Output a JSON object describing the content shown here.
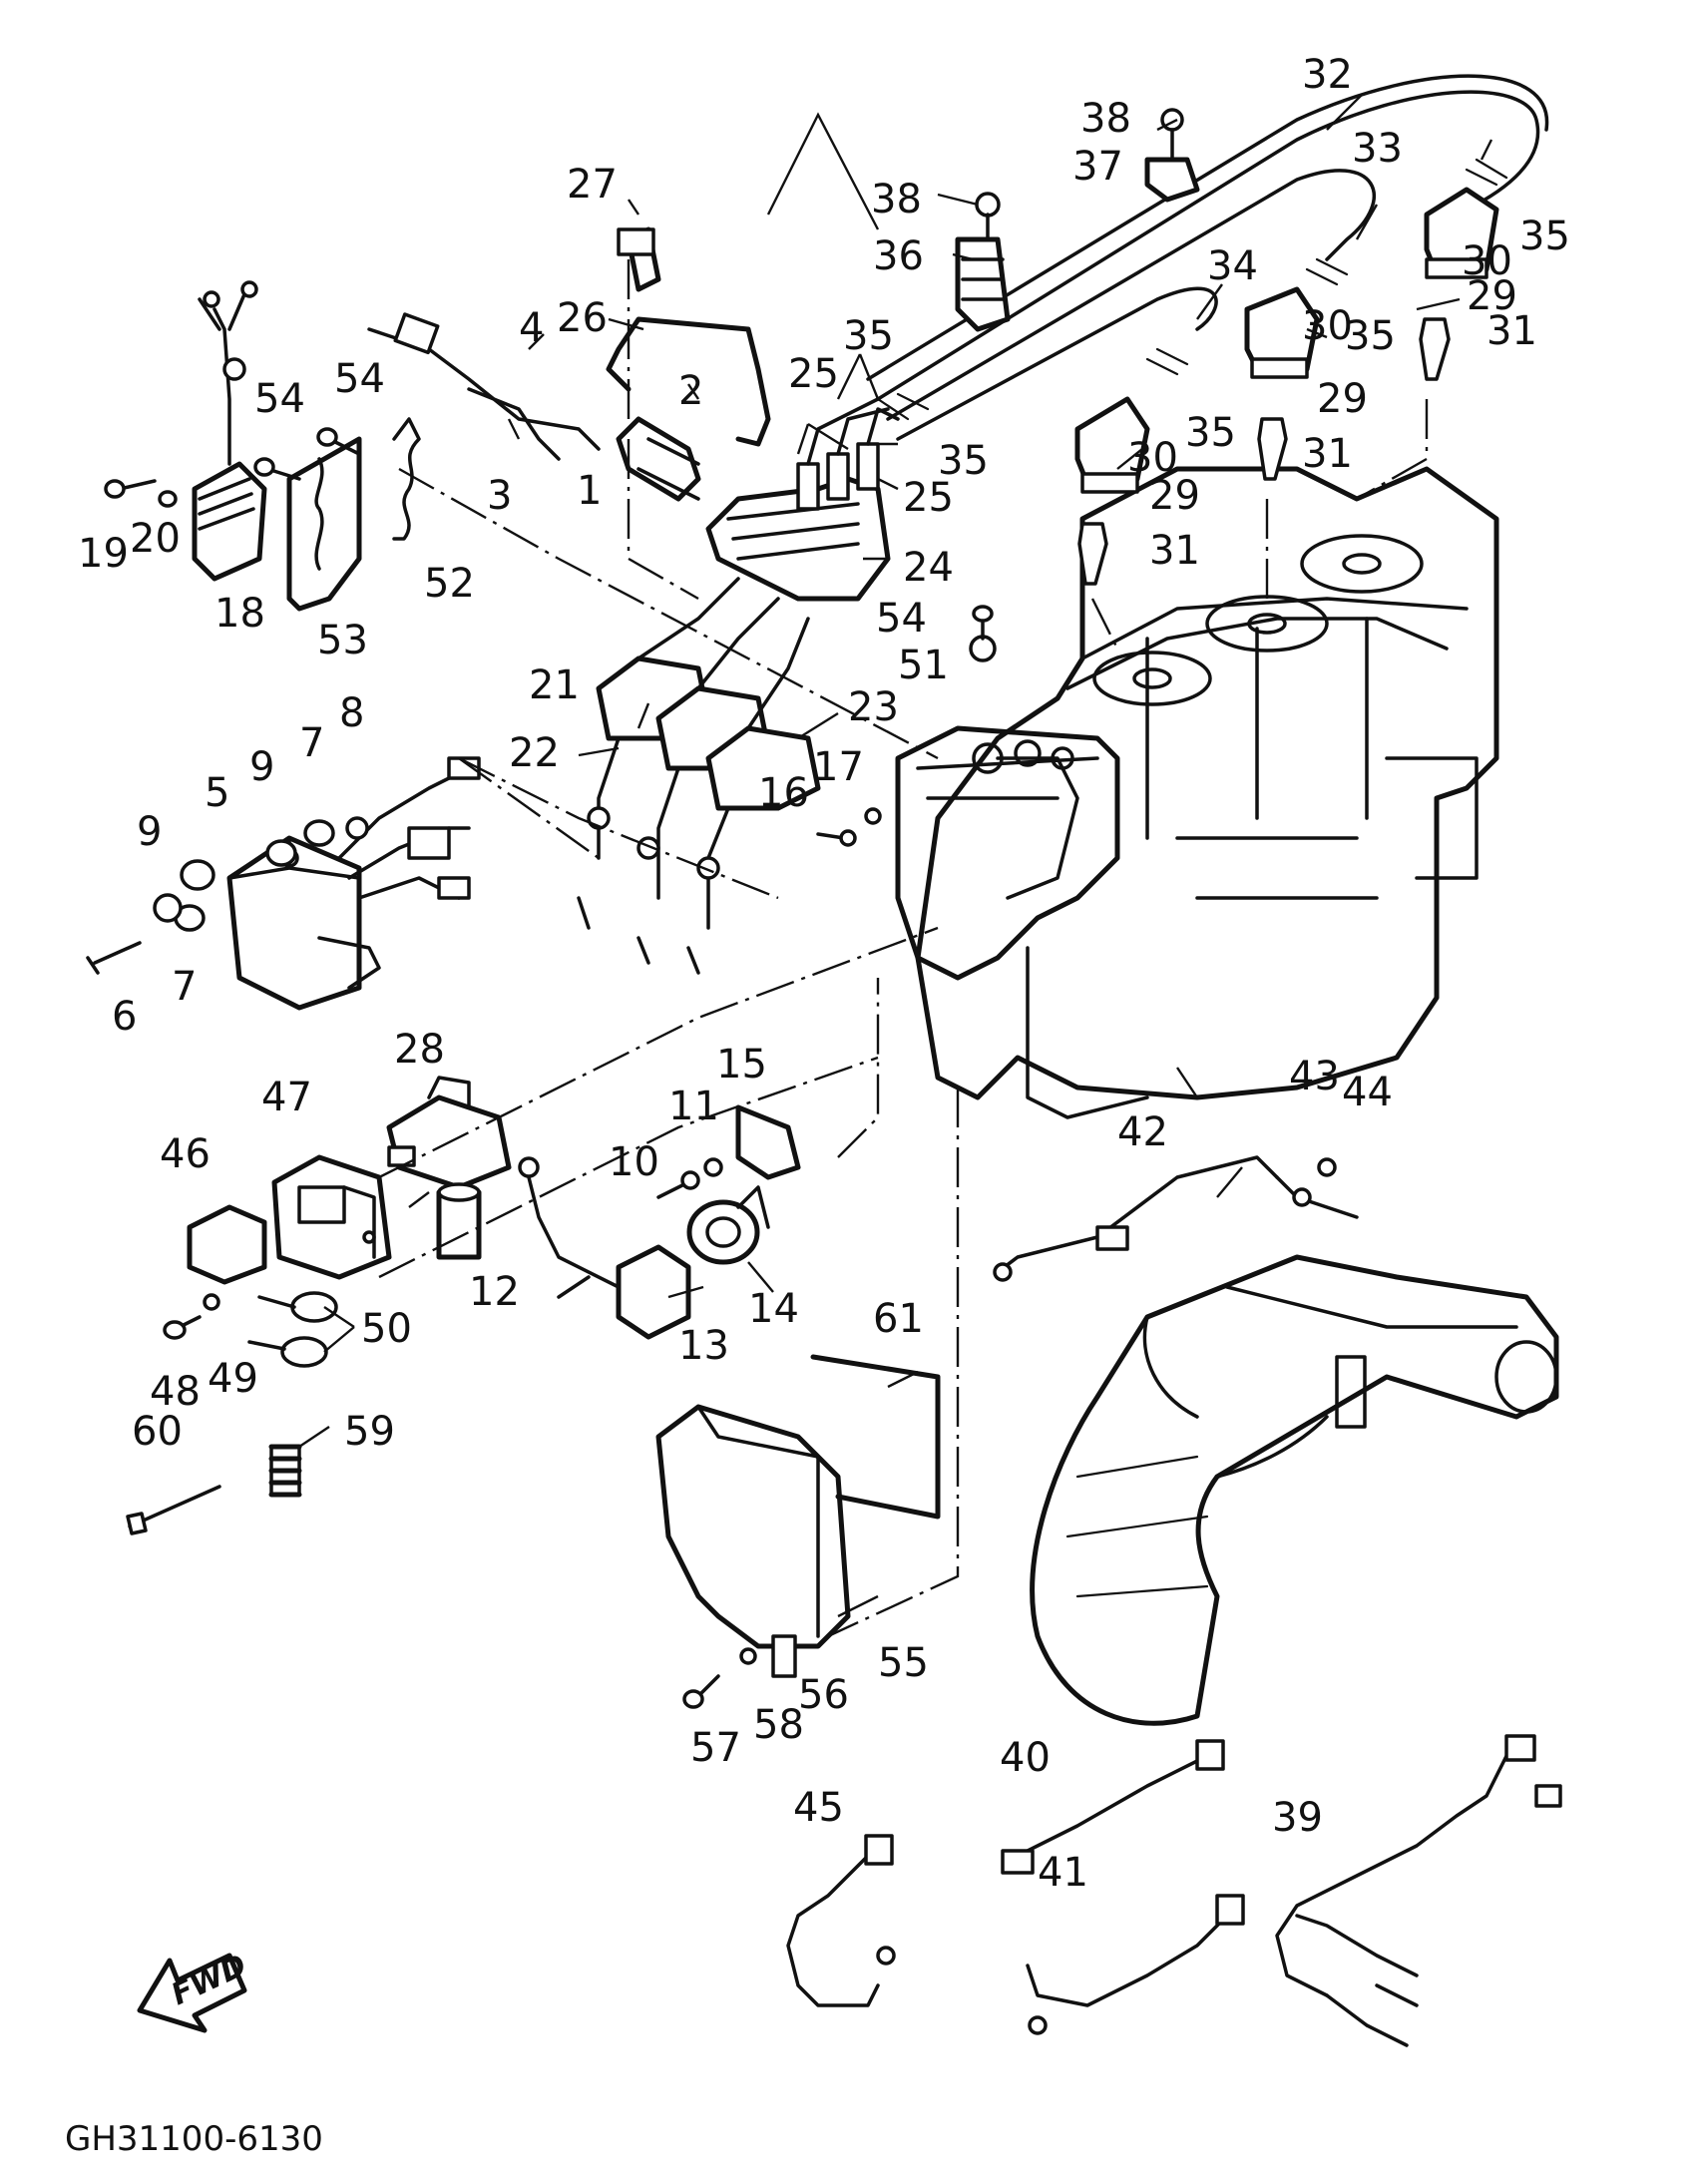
{
  "diagram": {
    "code": "GH31100-6130",
    "direction_label": "FWD",
    "callouts": [
      {
        "id": "c1",
        "label": "1"
      },
      {
        "id": "c2",
        "label": "2"
      },
      {
        "id": "c3",
        "label": "3"
      },
      {
        "id": "c4",
        "label": "4"
      },
      {
        "id": "c5",
        "label": "5"
      },
      {
        "id": "c6",
        "label": "6"
      },
      {
        "id": "c7a",
        "label": "7"
      },
      {
        "id": "c7b",
        "label": "7"
      },
      {
        "id": "c8",
        "label": "8"
      },
      {
        "id": "c9a",
        "label": "9"
      },
      {
        "id": "c9b",
        "label": "9"
      },
      {
        "id": "c10",
        "label": "10"
      },
      {
        "id": "c11",
        "label": "11"
      },
      {
        "id": "c12",
        "label": "12"
      },
      {
        "id": "c13",
        "label": "13"
      },
      {
        "id": "c14",
        "label": "14"
      },
      {
        "id": "c15",
        "label": "15"
      },
      {
        "id": "c16",
        "label": "16"
      },
      {
        "id": "c17",
        "label": "17"
      },
      {
        "id": "c18",
        "label": "18"
      },
      {
        "id": "c19",
        "label": "19"
      },
      {
        "id": "c20",
        "label": "20"
      },
      {
        "id": "c21",
        "label": "21"
      },
      {
        "id": "c22",
        "label": "22"
      },
      {
        "id": "c23",
        "label": "23"
      },
      {
        "id": "c24",
        "label": "24"
      },
      {
        "id": "c25a",
        "label": "25"
      },
      {
        "id": "c25b",
        "label": "25"
      },
      {
        "id": "c26",
        "label": "26"
      },
      {
        "id": "c27",
        "label": "27"
      },
      {
        "id": "c28",
        "label": "28"
      },
      {
        "id": "c29a",
        "label": "29"
      },
      {
        "id": "c29b",
        "label": "29"
      },
      {
        "id": "c29c",
        "label": "29"
      },
      {
        "id": "c30a",
        "label": "30"
      },
      {
        "id": "c30b",
        "label": "30"
      },
      {
        "id": "c30c",
        "label": "30"
      },
      {
        "id": "c31a",
        "label": "31"
      },
      {
        "id": "c31b",
        "label": "31"
      },
      {
        "id": "c31c",
        "label": "31"
      },
      {
        "id": "c32",
        "label": "32"
      },
      {
        "id": "c33",
        "label": "33"
      },
      {
        "id": "c34",
        "label": "34"
      },
      {
        "id": "c35a",
        "label": "35"
      },
      {
        "id": "c35b",
        "label": "35"
      },
      {
        "id": "c35c",
        "label": "35"
      },
      {
        "id": "c35d",
        "label": "35"
      },
      {
        "id": "c35e",
        "label": "35"
      },
      {
        "id": "c36",
        "label": "36"
      },
      {
        "id": "c37",
        "label": "37"
      },
      {
        "id": "c38a",
        "label": "38"
      },
      {
        "id": "c38b",
        "label": "38"
      },
      {
        "id": "c39",
        "label": "39"
      },
      {
        "id": "c40",
        "label": "40"
      },
      {
        "id": "c41",
        "label": "41"
      },
      {
        "id": "c42",
        "label": "42"
      },
      {
        "id": "c43",
        "label": "43"
      },
      {
        "id": "c44",
        "label": "44"
      },
      {
        "id": "c45",
        "label": "45"
      },
      {
        "id": "c46",
        "label": "46"
      },
      {
        "id": "c47",
        "label": "47"
      },
      {
        "id": "c48",
        "label": "48"
      },
      {
        "id": "c49",
        "label": "49"
      },
      {
        "id": "c50",
        "label": "50"
      },
      {
        "id": "c51",
        "label": "51"
      },
      {
        "id": "c52",
        "label": "52"
      },
      {
        "id": "c53",
        "label": "53"
      },
      {
        "id": "c54a",
        "label": "54"
      },
      {
        "id": "c54b",
        "label": "54"
      },
      {
        "id": "c54c",
        "label": "54"
      },
      {
        "id": "c55",
        "label": "55"
      },
      {
        "id": "c56",
        "label": "56"
      },
      {
        "id": "c57",
        "label": "57"
      },
      {
        "id": "c58",
        "label": "58"
      },
      {
        "id": "c59",
        "label": "59"
      },
      {
        "id": "c60",
        "label": "60"
      },
      {
        "id": "c61",
        "label": "61"
      }
    ]
  }
}
